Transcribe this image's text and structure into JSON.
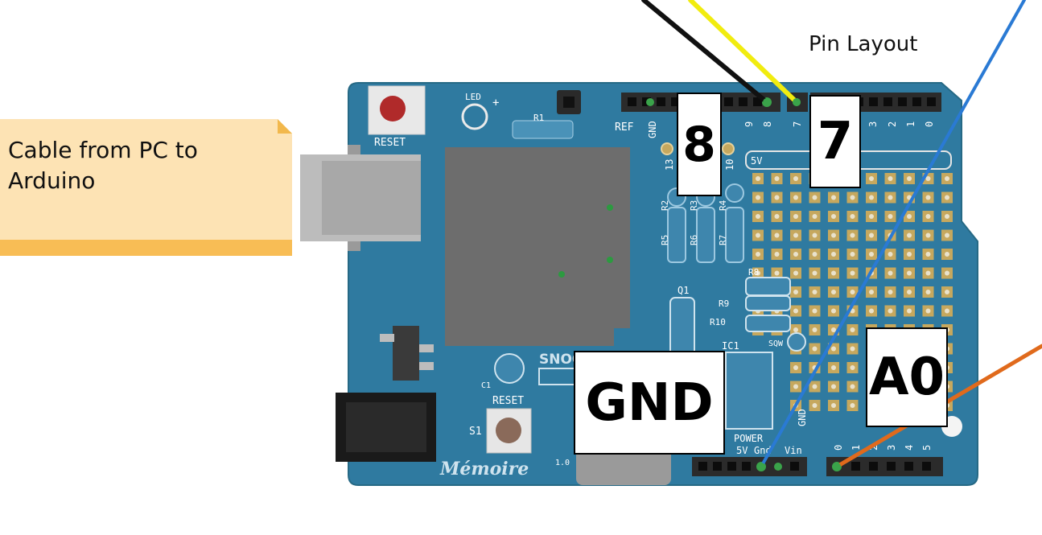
{
  "title": "Pin Layout",
  "note": {
    "line1": "Cable from PC to",
    "line2": "Arduino"
  },
  "labels": {
    "pin8": "8",
    "pin7": "7",
    "gnd": "GND",
    "a0": "A0"
  },
  "board": {
    "reset_top": "RESET",
    "reset_btn": "RESET",
    "led": "LED",
    "r1": "R1",
    "ref": "REF",
    "gnd_header": "GND",
    "pin13": "13",
    "pin10": "10",
    "pin9": "9",
    "pin8": "8",
    "pin7": "7",
    "pin3": "3",
    "pin2": "2",
    "pin1": "1",
    "pin0": "0",
    "v5": "5V",
    "r2": "R2",
    "r3": "R3",
    "r4": "R4",
    "r5": "R5",
    "r6": "R6",
    "r7": "R7",
    "r8": "R8",
    "r9": "R9",
    "r10": "R10",
    "q1": "Q1",
    "ic1": "IC1",
    "sqw": "SQW",
    "c1": "C1",
    "s1": "S1",
    "brand": "SNOOTLAB",
    "logo": "Mémoire",
    "ver": "1.0",
    "power": "POWER",
    "p5v": "5V",
    "pgnd": "Gnd",
    "vin": "Vin",
    "gnd_side": "GND",
    "a_0": "0",
    "a_1": "1",
    "a_2": "2",
    "a_3": "3",
    "a_4": "4",
    "a_5": "5"
  },
  "colors": {
    "board": "#2f7aa0",
    "board_edge": "#266985",
    "header": "#2b2b2b",
    "wire_black": "#111111",
    "wire_yellow": "#f1ec0f",
    "wire_blue": "#2a7ad4",
    "wire_orange": "#e06a1c",
    "proto_pad": "#c6a85e",
    "pin_green": "#3aa34a"
  }
}
